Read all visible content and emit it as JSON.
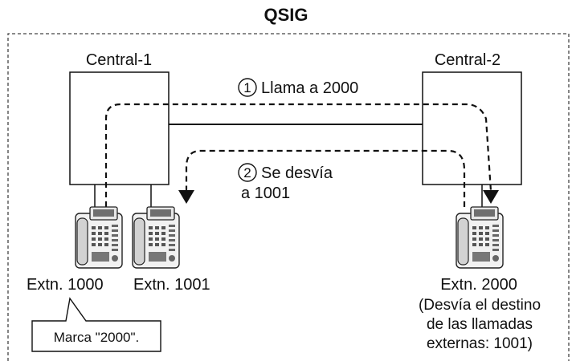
{
  "title": "QSIG",
  "pbx": {
    "left_label": "Central-1",
    "right_label": "Central-2"
  },
  "steps": {
    "step1": {
      "number": "1",
      "text": "Llama a 2000"
    },
    "step2": {
      "number": "2",
      "line1": "Se desvía",
      "line2": "a 1001"
    }
  },
  "extensions": {
    "ext1000": "Extn. 1000",
    "ext1001": "Extn. 1001",
    "ext2000": "Extn. 2000",
    "ext2000_note": [
      "(Desvía el destino",
      "de las llamadas",
      "externas: 1001)"
    ]
  },
  "callout": "Marca \"2000\".",
  "icons": {
    "phone": "desk-phone-icon",
    "arrow": "arrowhead-icon"
  }
}
